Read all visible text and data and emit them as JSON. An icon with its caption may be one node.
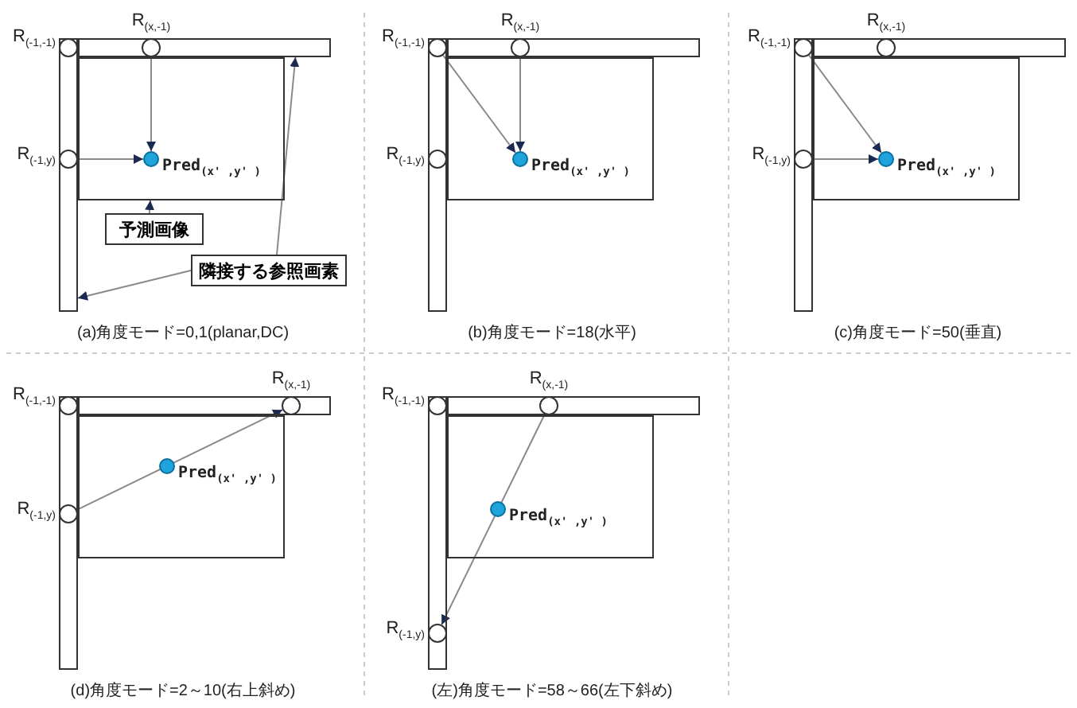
{
  "diagram": {
    "nodes": [
      {
        "text": [],
        "shape": "bar"
      },
      {
        "text": [],
        "shape": "bar"
      },
      {
        "text": [],
        "shape": "box"
      },
      {
        "text": [],
        "shape": "circle",
        "beside": [
          "R$_{(-1,-1)}$"
        ],
        "in": 1
      },
      {
        "text": [],
        "shape": "circle",
        "beside": [
          "R$_{(x,-1)}$"
        ],
        "in": 0
      },
      {
        "text": [],
        "shape": "circle",
        "beside": [
          "R$_{(-1,y)}$"
        ],
        "in": 1
      },
      {
        "text": [],
        "shape": "circle",
        "beside": [
          "Pred$_{(x' ,y' )}$"
        ],
        "in": 2
      },
      {
        "text": [
          "予測画像"
        ]
      },
      {
        "text": [
          "隣接する参照画素"
        ]
      },
      {
        "text": [],
        "shape": "bar"
      },
      {
        "text": [],
        "shape": "bar"
      },
      {
        "text": [],
        "shape": "box"
      },
      {
        "text": [],
        "shape": "circle",
        "beside": [
          "R$_{(-1,-1)}$"
        ],
        "in": 10
      },
      {
        "text": [],
        "shape": "circle",
        "beside": [
          "R$_{(x,-1)}$"
        ],
        "in": 9
      },
      {
        "text": [],
        "shape": "circle",
        "beside": [
          "R$_{(-1,y)}$"
        ],
        "in": 10
      },
      {
        "text": [],
        "shape": "circle",
        "beside": [
          "Pred$_{(x' ,y' )}$"
        ],
        "in": 11
      },
      {
        "text": [],
        "shape": "bar"
      },
      {
        "text": [],
        "shape": "bar"
      },
      {
        "text": [],
        "shape": "box"
      },
      {
        "text": [],
        "shape": "circle",
        "beside": [
          "R$_{(-1,-1)}$"
        ],
        "in": 17
      },
      {
        "text": [],
        "shape": "circle",
        "beside": [
          "R$_{(x,-1)}$"
        ],
        "in": 16
      },
      {
        "text": [],
        "shape": "circle",
        "beside": [
          "R$_{(-1,y)}$"
        ],
        "in": 17
      },
      {
        "text": [],
        "shape": "circle",
        "beside": [
          "Pred$_{(x' ,y' )}$"
        ],
        "in": 18
      },
      {
        "text": [],
        "shape": "bar"
      },
      {
        "text": [],
        "shape": "bar"
      },
      {
        "text": [],
        "shape": "box"
      },
      {
        "text": [],
        "shape": "circle",
        "beside": [
          "R$_{(-1,-1)}$"
        ],
        "in": 24
      },
      {
        "text": [],
        "shape": "circle",
        "beside": [
          "R$_{(x,-1)}$"
        ],
        "in": 23
      },
      {
        "text": [],
        "shape": "circle",
        "beside": [
          "R$_{(-1,y)}$"
        ],
        "in": 24
      },
      {
        "text": [],
        "shape": "circle",
        "beside": [
          "Pred$_{(x' ,y' )}$"
        ],
        "in": 25
      },
      {
        "text": [],
        "shape": "bar"
      },
      {
        "text": [],
        "shape": "bar"
      },
      {
        "text": [],
        "shape": "box"
      },
      {
        "text": [],
        "shape": "circle",
        "beside": [
          "R$_{(-1,-1)}$"
        ],
        "in": 31
      },
      {
        "text": [],
        "shape": "circle",
        "beside": [
          "R$_{(x,-1)}$"
        ],
        "in": 30
      },
      {
        "text": [],
        "shape": "circle",
        "beside": [
          "R$_{(-1,y)}$"
        ],
        "in": 31
      },
      {
        "text": [],
        "shape": "circle",
        "beside": [
          "Pred$_{(x' ,y' )}$"
        ],
        "in": 32
      }
    ],
    "edges": [
      {
        "from": 4,
        "to": 6,
        "arrow": "to"
      },
      {
        "from": 5,
        "to": 6,
        "arrow": "to"
      },
      {
        "from": 7,
        "to": 2,
        "arrow": "to"
      },
      {
        "from": 8,
        "to": 0,
        "arrow": "to"
      },
      {
        "from": 8,
        "to": 1,
        "arrow": "to"
      },
      {
        "from": 12,
        "to": 15,
        "arrow": "to"
      },
      {
        "from": 13,
        "to": 15,
        "arrow": "to"
      },
      {
        "from": 19,
        "to": 22,
        "arrow": "to"
      },
      {
        "from": 21,
        "to": 22,
        "arrow": "to"
      },
      {
        "from": 28,
        "to": 27,
        "arrow": "to"
      },
      {
        "from": 34,
        "to": 35,
        "arrow": "to"
      }
    ],
    "labels": [
      "(a)角度モード=0,1(planar,DC)",
      "(b)角度モード=18(水平)",
      "(c)角度モード=50(垂直)",
      "(d)角度モード=2～10(右上斜め)",
      "(左)角度モード=58～66(左下斜め)"
    ]
  }
}
